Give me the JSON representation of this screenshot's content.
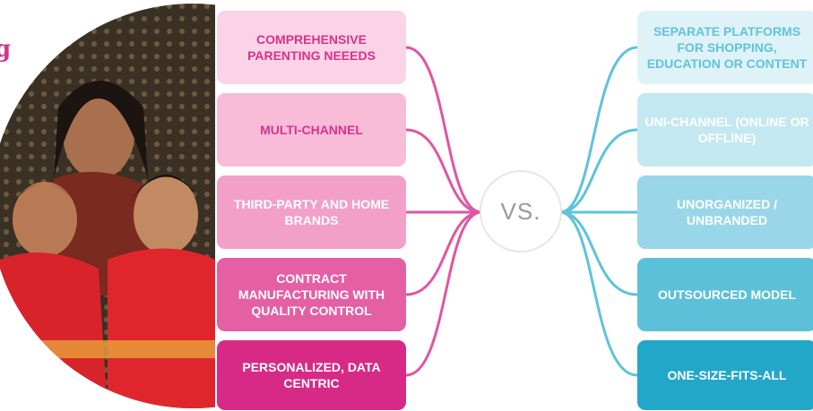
{
  "heading_fragment": "g",
  "vs_label": "VS.",
  "left_items": [
    {
      "label": "COMPREHENSIVE PARENTING NEEEDS",
      "bg": "#fbd3e6",
      "fg": "#d6338a"
    },
    {
      "label": "MULTI-CHANNEL",
      "bg": "#f8bcd8",
      "fg": "#d6338a"
    },
    {
      "label": "THIRD-PARTY AND HOME BRANDS",
      "bg": "#f2a0c8",
      "fg": "#ffffff"
    },
    {
      "label": "CONTRACT MANUFACTURING WITH QUALITY CONTROL",
      "bg": "#e45fa4",
      "fg": "#ffffff"
    },
    {
      "label": "PERSONALIZED, DATA CENTRIC",
      "bg": "#d62a86",
      "fg": "#ffffff"
    }
  ],
  "right_items": [
    {
      "label": "SEPARATE PLATFORMS FOR SHOPPING, EDUCATION OR CONTENT",
      "bg": "#dff2f7",
      "fg": "#5fc4dc"
    },
    {
      "label": "UNI-CHANNEL (ONLINE OR OFFLINE)",
      "bg": "#c4e8f1",
      "fg": "#ffffff"
    },
    {
      "label": "UNORGANIZED / UNBRANDED",
      "bg": "#99d7e8",
      "fg": "#ffffff"
    },
    {
      "label": "OUTSOURCED MODEL",
      "bg": "#5cc0d9",
      "fg": "#ffffff"
    },
    {
      "label": "ONE-SIZE-FITS-ALL",
      "bg": "#22a7c9",
      "fg": "#ffffff"
    }
  ],
  "colors": {
    "left_line": "#e055a3",
    "right_line": "#5ec3da"
  }
}
